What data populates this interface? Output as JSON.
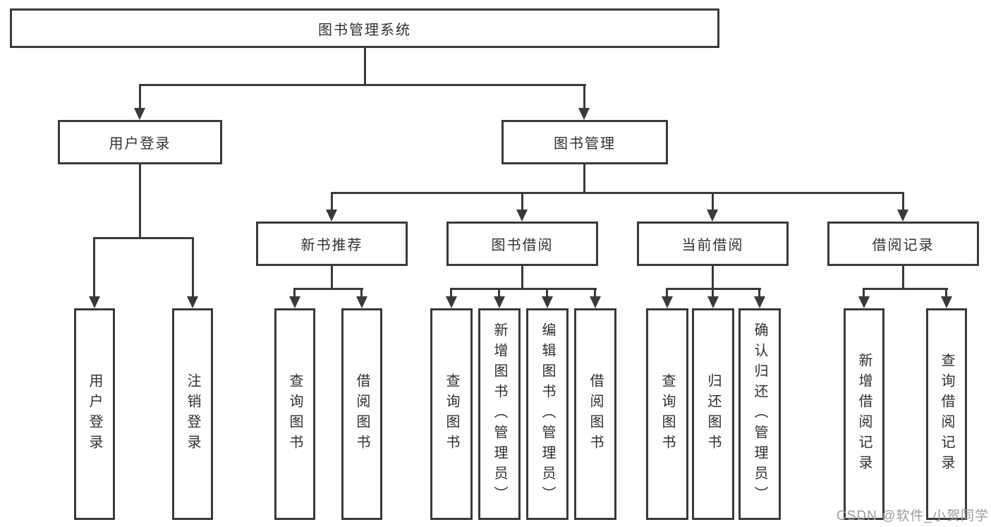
{
  "diagram": {
    "root": {
      "label": "图书管理系统"
    },
    "level2": {
      "user_login": "用户登录",
      "book_management": "图书管理"
    },
    "level3": {
      "new_book_recommend": "新书推荐",
      "book_borrow": "图书借阅",
      "current_borrow": "当前借阅",
      "borrow_record": "借阅记录"
    },
    "leaves": {
      "user_login": "用户登录",
      "logout": "注销登录",
      "nb_query_book": "查询图书",
      "nb_borrow_book": "借阅图书",
      "bb_query_book": "查询图书",
      "bb_add_book": "新增图书（管理员）",
      "bb_edit_book": "编辑图书（管理员）",
      "bb_borrow_book": "借阅图书",
      "cb_query_book": "查询图书",
      "cb_return_book": "归还图书",
      "cb_confirm_return": "确认归还（管理员）",
      "br_add_record": "新增借阅记录",
      "br_query_record": "查询借阅记录"
    },
    "watermark": "CSDN @软件_小贺同学",
    "colors": {
      "line": "#3a3a3a",
      "text": "#303030",
      "watermark": "#9c9c9c",
      "background": "#ffffff",
      "box_fill": "#ffffff"
    }
  }
}
